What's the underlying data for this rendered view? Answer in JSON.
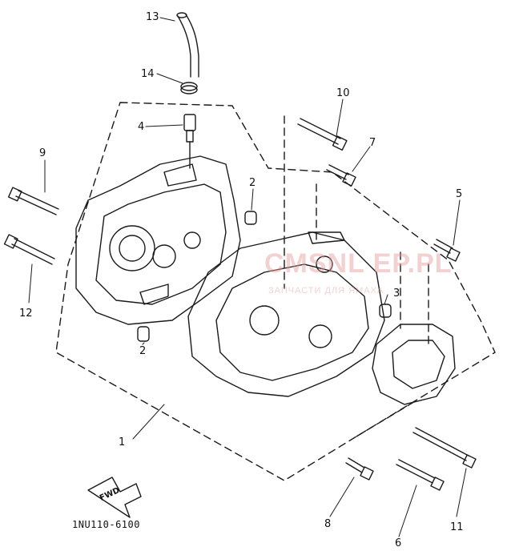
{
  "diagram": {
    "code": "1NU110-6100",
    "fwd_label": "FWD",
    "watermark": {
      "main": "CMSNL EP.PL",
      "sub": "ЗАПЧАСТИ ДЛЯ ЯМАХА"
    },
    "callouts": {
      "c1": "1",
      "c2a": "2",
      "c2b": "2",
      "c3": "3",
      "c4": "4",
      "c5": "5",
      "c6": "6",
      "c7": "7",
      "c8": "8",
      "c9": "9",
      "c10": "10",
      "c11": "11",
      "c12": "12",
      "c13": "13",
      "c14": "14"
    },
    "colors": {
      "ink": "#1a1a1a",
      "watermark": "#e59a9a",
      "paper": "#ffffff"
    }
  }
}
